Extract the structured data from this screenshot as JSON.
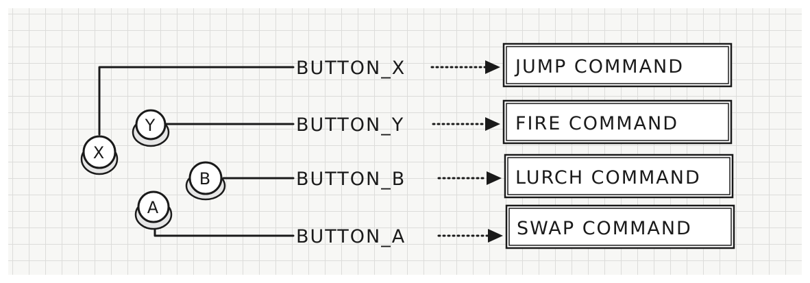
{
  "diagram": {
    "buttons": [
      {
        "id": "x",
        "glyph": "X"
      },
      {
        "id": "y",
        "glyph": "Y"
      },
      {
        "id": "b",
        "glyph": "B"
      },
      {
        "id": "a",
        "glyph": "A"
      }
    ],
    "rows": [
      {
        "input_label": "BUTTON_X",
        "command_label": "JUMP COMMAND"
      },
      {
        "input_label": "BUTTON_Y",
        "command_label": "FIRE COMMAND"
      },
      {
        "input_label": "BUTTON_B",
        "command_label": "LURCH COMMAND"
      },
      {
        "input_label": "BUTTON_A",
        "command_label": "SWAP COMMAND"
      }
    ]
  },
  "colors": {
    "ink": "#1a1a1a",
    "paper": "#f7f7f5",
    "grid": "#dcdcda"
  }
}
